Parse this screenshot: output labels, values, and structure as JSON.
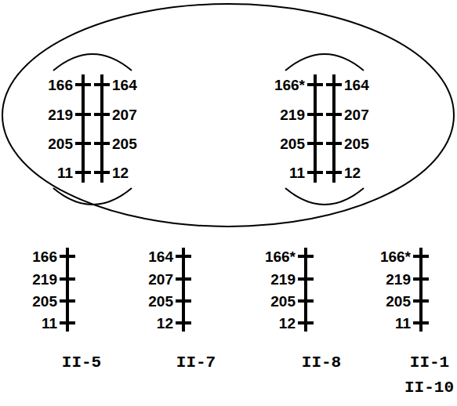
{
  "diagram": {
    "labels": [
      "166",
      "219",
      "205",
      "11",
      "164",
      "207",
      "205",
      "12",
      "166*",
      "219",
      "205",
      "11",
      "164",
      "207",
      "205",
      "12",
      "166",
      "219",
      "205",
      "11",
      "164",
      "207",
      "205",
      "12",
      "166*",
      "219",
      "205",
      "12",
      "166*",
      "219",
      "205",
      "11",
      "II-5",
      "II-7",
      "II-8",
      "II-1",
      "II-10"
    ]
  }
}
